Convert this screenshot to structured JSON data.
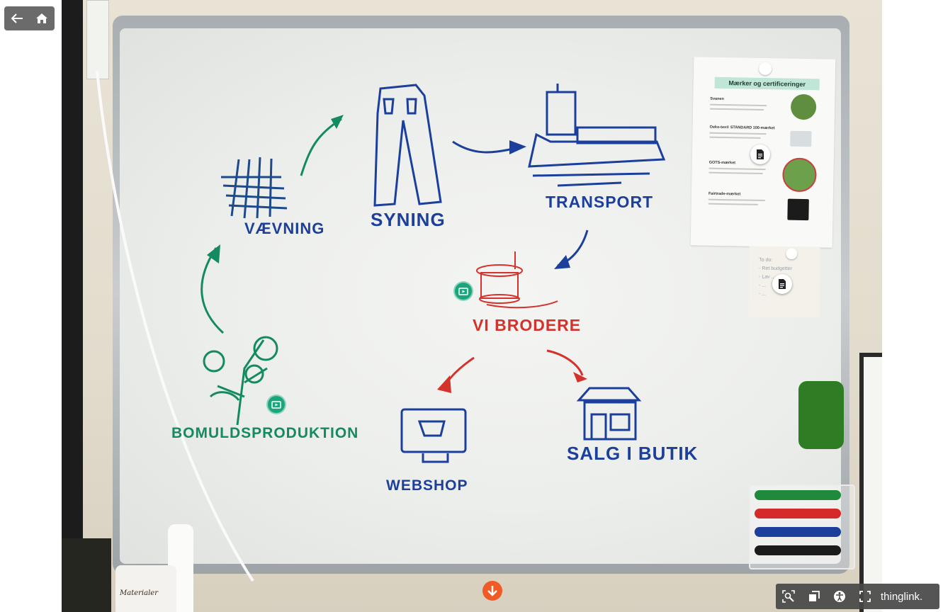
{
  "nav": {
    "back_icon": "arrow-left-icon",
    "home_icon": "home-icon"
  },
  "board": {
    "labels": {
      "vaevning": "VÆVNING",
      "syning": "SYNING",
      "transport": "TRANSPORT",
      "vi_brodere": "VI BRODERE",
      "bomuld": "BOMULDSPRODUKTION",
      "webshop": "WEBSHOP",
      "salg": "SALG I BUTIK"
    }
  },
  "document": {
    "title": "Mærker og certificeringer",
    "sections": [
      "Svanen",
      "Oeko-tex® STANDARD 100-mærket",
      "GOTS-mærket",
      "Fairtrade-mærket"
    ]
  },
  "note": {
    "text": "To do:\n- Ret budgetter\n- Lav ...\n- ...\n- ..."
  },
  "hotspots": {
    "video_icon": "play-video-icon",
    "doc_icon": "document-icon"
  },
  "toolbar": {
    "brand": "thinglink.",
    "icons": [
      "zoom-icon",
      "layers-icon",
      "accessibility-icon",
      "fullscreen-icon"
    ]
  },
  "colors": {
    "video_hotspot": "#1aa57c",
    "down_button": "#ef5a27",
    "toolbar_bg": "#464646"
  }
}
